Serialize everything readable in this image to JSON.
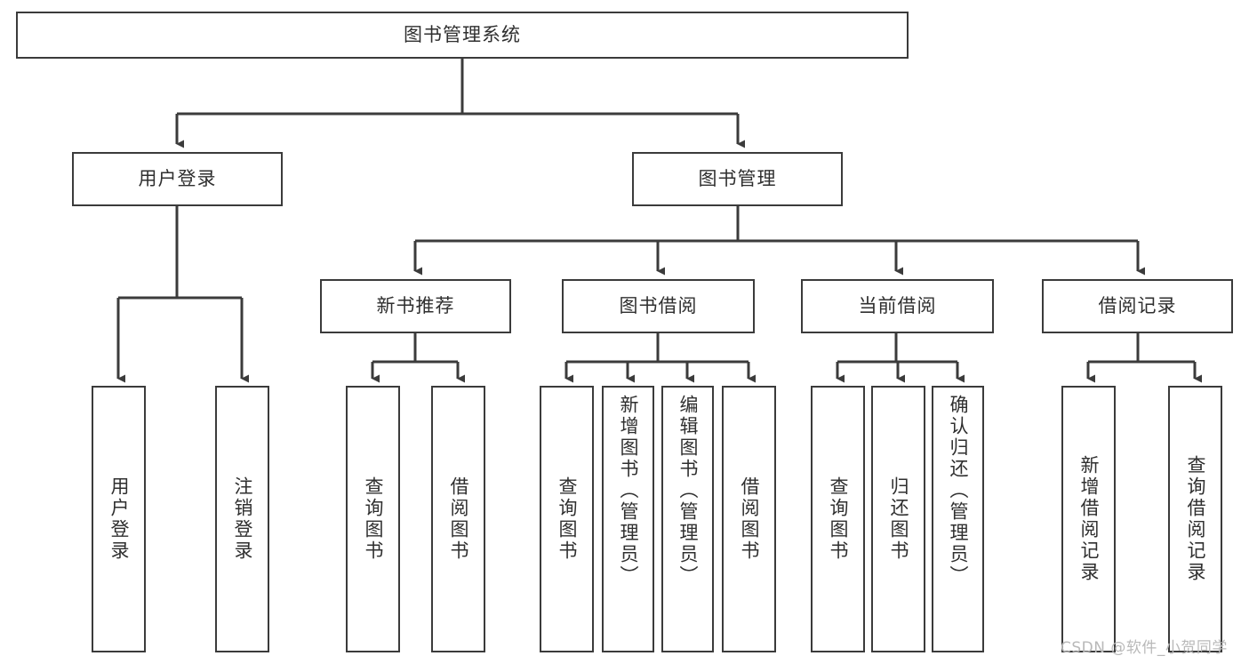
{
  "diagram": {
    "type": "tree-hierarchy",
    "title": "图书管理系统",
    "orientation": "top-down",
    "colors": {
      "background": "#ffffff",
      "node_border": "#3b3b3b",
      "node_fill": "#ffffff",
      "edge": "#3b3b3b",
      "text": "#2f2f2f",
      "watermark": "#b9b9b9"
    },
    "nodes": {
      "root": {
        "label": "图书管理系统",
        "level": 0
      },
      "l1": [
        {
          "id": "user-login",
          "label": "用户登录"
        },
        {
          "id": "book-manage",
          "label": "图书管理"
        }
      ],
      "l2": [
        {
          "id": "new-book-rec",
          "label": "新书推荐"
        },
        {
          "id": "book-borrow",
          "label": "图书借阅"
        },
        {
          "id": "current-borrow",
          "label": "当前借阅"
        },
        {
          "id": "borrow-record",
          "label": "借阅记录"
        }
      ],
      "leaves": [
        {
          "id": "leaf-user-login",
          "label": "用户登录",
          "parent": "user-login"
        },
        {
          "id": "leaf-logout",
          "label": "注销登录",
          "parent": "user-login"
        },
        {
          "id": "leaf-query-book-1",
          "label": "查询图书",
          "parent": "new-book-rec"
        },
        {
          "id": "leaf-borrow-book-1",
          "label": "借阅图书",
          "parent": "new-book-rec"
        },
        {
          "id": "leaf-query-book-2",
          "label": "查询图书",
          "parent": "book-borrow"
        },
        {
          "id": "leaf-add-book",
          "label": "新增图书（管理员）",
          "parent": "book-borrow"
        },
        {
          "id": "leaf-edit-book",
          "label": "编辑图书（管理员）",
          "parent": "book-borrow"
        },
        {
          "id": "leaf-borrow-book-2",
          "label": "借阅图书",
          "parent": "book-borrow"
        },
        {
          "id": "leaf-query-book-3",
          "label": "查询图书",
          "parent": "current-borrow"
        },
        {
          "id": "leaf-return-book",
          "label": "归还图书",
          "parent": "current-borrow"
        },
        {
          "id": "leaf-confirm-return",
          "label": "确认归还（管理员）",
          "parent": "current-borrow"
        },
        {
          "id": "leaf-add-record",
          "label": "新增借阅记录",
          "parent": "borrow-record"
        },
        {
          "id": "leaf-query-record",
          "label": "查询借阅记录",
          "parent": "borrow-record"
        }
      ]
    },
    "watermark": "CSDN @软件_小贺同学"
  }
}
